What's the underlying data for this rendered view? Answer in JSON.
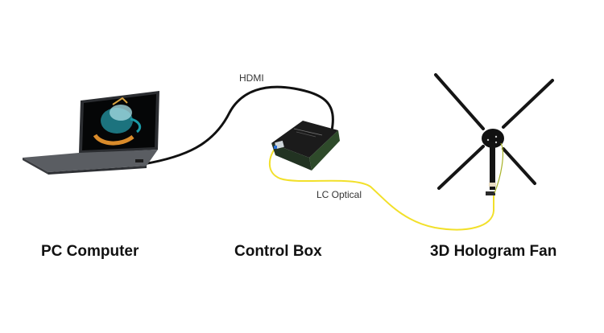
{
  "diagram": {
    "nodes": [
      {
        "id": "pc",
        "label": "PC Computer",
        "icon": "laptop-icon"
      },
      {
        "id": "control_box",
        "label": "Control Box",
        "icon": "control-box-icon"
      },
      {
        "id": "fan",
        "label": "3D Hologram Fan",
        "icon": "hologram-fan-icon"
      }
    ],
    "edges": [
      {
        "from": "pc",
        "to": "control_box",
        "label": "HDMI",
        "color": "#111111"
      },
      {
        "from": "control_box",
        "to": "fan",
        "label": "LC Optical",
        "color": "#f2e02a"
      }
    ]
  },
  "colors": {
    "background": "#ffffff",
    "hdmi_cable": "#111111",
    "optical_cable": "#f2e02a",
    "device_dark": "#1c1c1c",
    "laptop_body": "#4a4d52",
    "board_green": "#2e4a2a"
  }
}
